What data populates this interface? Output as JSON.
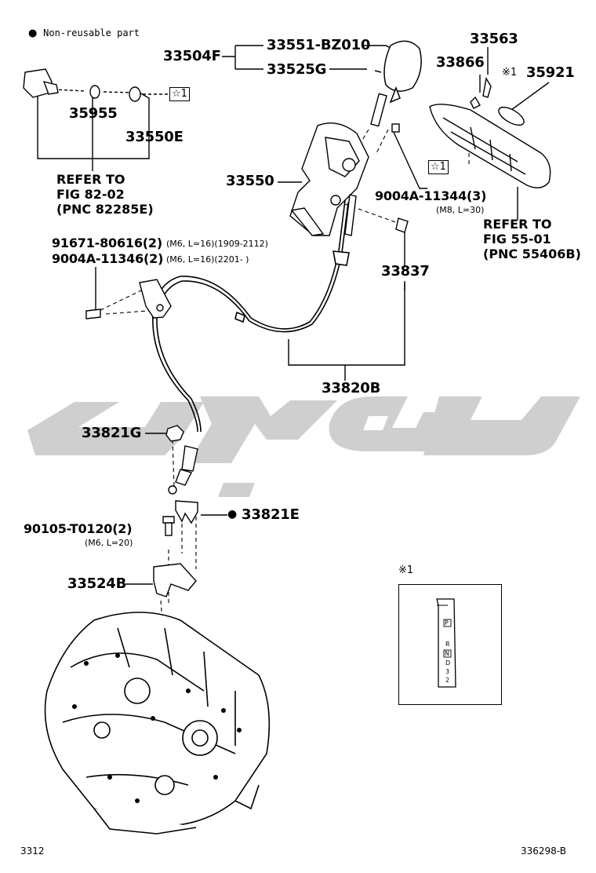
{
  "legend": {
    "bullet": "●",
    "text": "Non-reusable part"
  },
  "callouts": {
    "p33504F": "33504F",
    "p33551": "33551-BZ010",
    "p33525G": "33525G",
    "p33563": "33563",
    "p33866": "33866",
    "p35921_mark": "※1",
    "p35921": "35921",
    "p35955": "35955",
    "p33550E": "33550E",
    "star1_left": "☆1",
    "star1_right": "☆1",
    "p33550": "33550",
    "p9004A_11344": "9004A-11344(3)",
    "p9004A_11344_spec": "(M8, L=30)",
    "p91671": "91671-80616(2)",
    "p91671_spec": "(M6, L=16)(1909-2112)",
    "p9004A_11346": "9004A-11346(2)",
    "p9004A_11346_spec": "(M6, L=16)(2201-      )",
    "p33837": "33837",
    "p33820B": "33820B",
    "p33821G": "33821G",
    "p33821E_bullet": "●",
    "p33821E": "33821E",
    "p90105": "90105-T0120(2)",
    "p90105_spec": "(M6, L=20)",
    "p33524B": "33524B"
  },
  "refs": {
    "left": "REFER TO\nFIG 82-02\n(PNC 82285E)",
    "right": "REFER TO\nFIG 55-01\n(PNC 55406B)"
  },
  "inset": {
    "mark": "※1",
    "gear_P": "P",
    "gear_R": "R",
    "gear_N": "N",
    "gear_D": "D",
    "gear_3": "3",
    "gear_2": "2"
  },
  "footer": {
    "left": "3312",
    "right": "336298-B"
  },
  "colors": {
    "ink": "#000000",
    "watermark": "#c8c8c8",
    "paper": "#ffffff"
  }
}
